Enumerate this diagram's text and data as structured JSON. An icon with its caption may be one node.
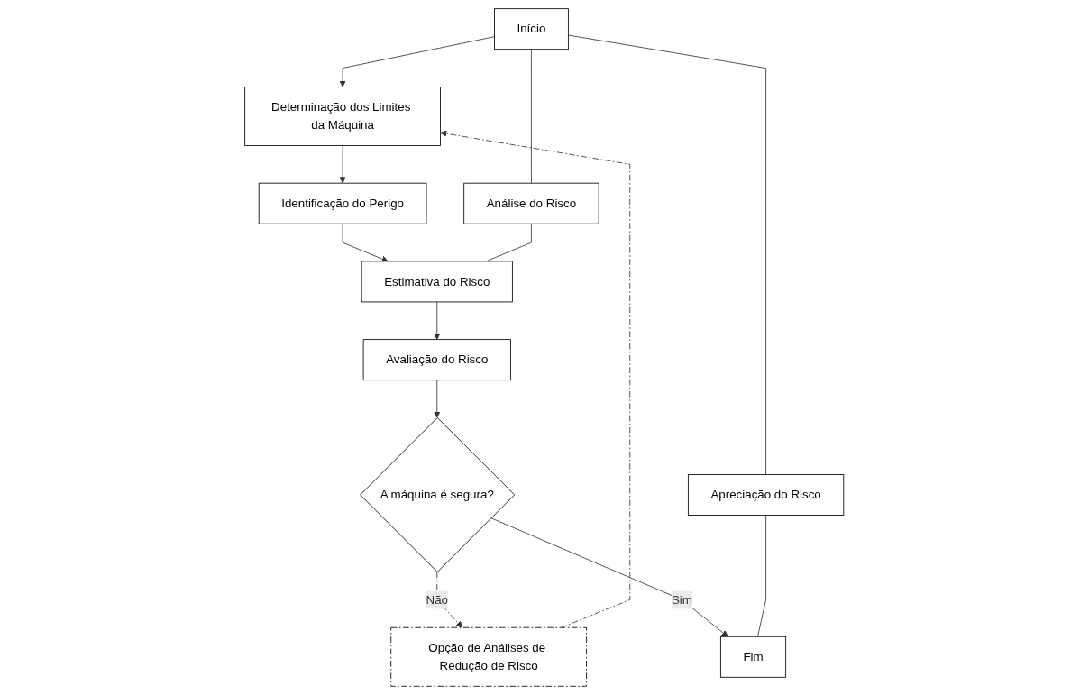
{
  "diagram": {
    "nodes": [
      {
        "text": [
          "Início"
        ]
      },
      {
        "text": [
          "Determinação dos Limites da Máquina"
        ]
      },
      {
        "text": [
          "Identificação do Perigo"
        ]
      },
      {
        "text": [
          "Estimativa do Risco"
        ]
      },
      {
        "text": [
          "Avaliação do Risco"
        ]
      },
      {
        "text": [
          "A máquina é segura?"
        ]
      },
      {
        "text": [
          "Opção de Análises de Redução de Risco"
        ]
      },
      {
        "text": [
          "Fim"
        ]
      },
      {
        "text": [
          "Análise do Risco"
        ]
      },
      {
        "text": [
          "Apreciação do Risco"
        ]
      }
    ],
    "edges": [
      {
        "from": 0,
        "to": 1,
        "arrow": "to"
      },
      {
        "from": 1,
        "to": 2,
        "arrow": "to"
      },
      {
        "from": 2,
        "to": 3,
        "arrow": "to"
      },
      {
        "from": 3,
        "to": 4,
        "arrow": "to"
      },
      {
        "from": 4,
        "to": 5,
        "arrow": "to"
      },
      {
        "from": 5,
        "to": 6,
        "arrow": "to",
        "label": "Não",
        "style": "dashed"
      },
      {
        "from": 6,
        "to": 1,
        "arrow": "to",
        "style": "dashed"
      },
      {
        "from": 5,
        "to": 7,
        "arrow": "to",
        "label": "Sim"
      },
      {
        "from": 0,
        "to": 8,
        "arrow": "none"
      },
      {
        "from": 8,
        "to": 3,
        "arrow": "none"
      },
      {
        "from": 0,
        "to": 9,
        "arrow": "none"
      },
      {
        "from": 9,
        "to": 7,
        "arrow": "none"
      }
    ]
  }
}
